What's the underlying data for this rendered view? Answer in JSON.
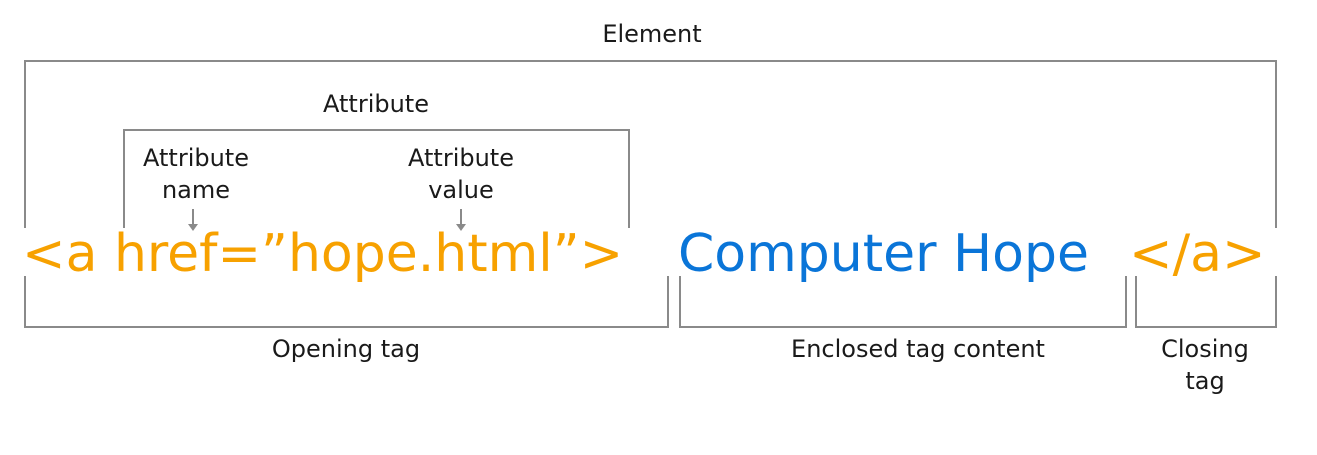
{
  "labels": {
    "element": "Element",
    "attribute": "Attribute",
    "attribute_name": "Attribute\nname",
    "attribute_value": "Attribute\nvalue",
    "opening_tag": "Opening tag",
    "enclosed_content": "Enclosed tag content",
    "closing_tag": "Closing\ntag"
  },
  "code": {
    "opening_tag": "<a href=”hope.html”>",
    "content": "Computer Hope",
    "closing_tag": "</a>"
  },
  "colors": {
    "tag": "#F7A100",
    "content": "#0A75D8",
    "bracket": "#8a8a8a",
    "text": "#1a1a1a"
  }
}
